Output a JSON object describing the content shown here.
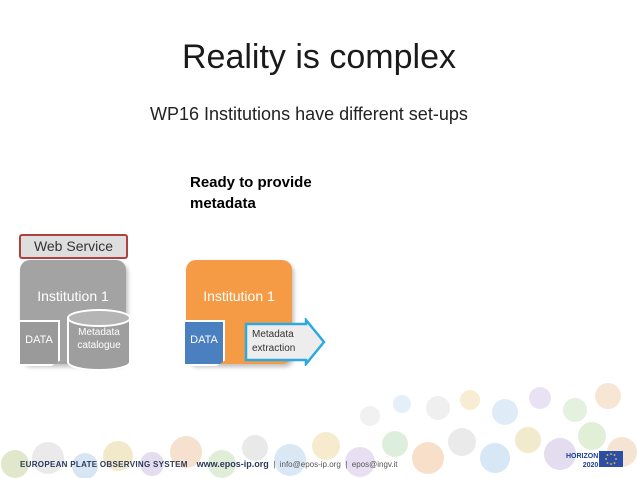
{
  "slide": {
    "title": "Reality is complex",
    "subtitle": "WP16 Institutions have different set-ups"
  },
  "left_setup": {
    "web_service_label": "Web Service",
    "institution_label": "Institution 1",
    "data_label": "DATA",
    "catalogue_line1": "Metadata",
    "catalogue_line2": "catalogue"
  },
  "right_setup": {
    "heading_line1": "Ready to provide",
    "heading_line2": "metadata",
    "institution_label": "Institution 1",
    "data_label": "DATA",
    "extraction_line1": "Metadata",
    "extraction_line2": "extraction"
  },
  "footer": {
    "org_name": "EUROPEAN PLATE OBSERVING SYSTEM",
    "website": "www.epos-ip.org",
    "email1": "info@epos-ip.org",
    "email2": "epos@ingv.it",
    "program": "HORIZON",
    "program_year": "2020"
  },
  "colors": {
    "institution_grey": "#a3a3a3",
    "institution_orange": "#f59a45",
    "data_blue": "#4a7fc0",
    "arrow_border": "#2ea8e0",
    "web_service_border": "#b04040"
  }
}
